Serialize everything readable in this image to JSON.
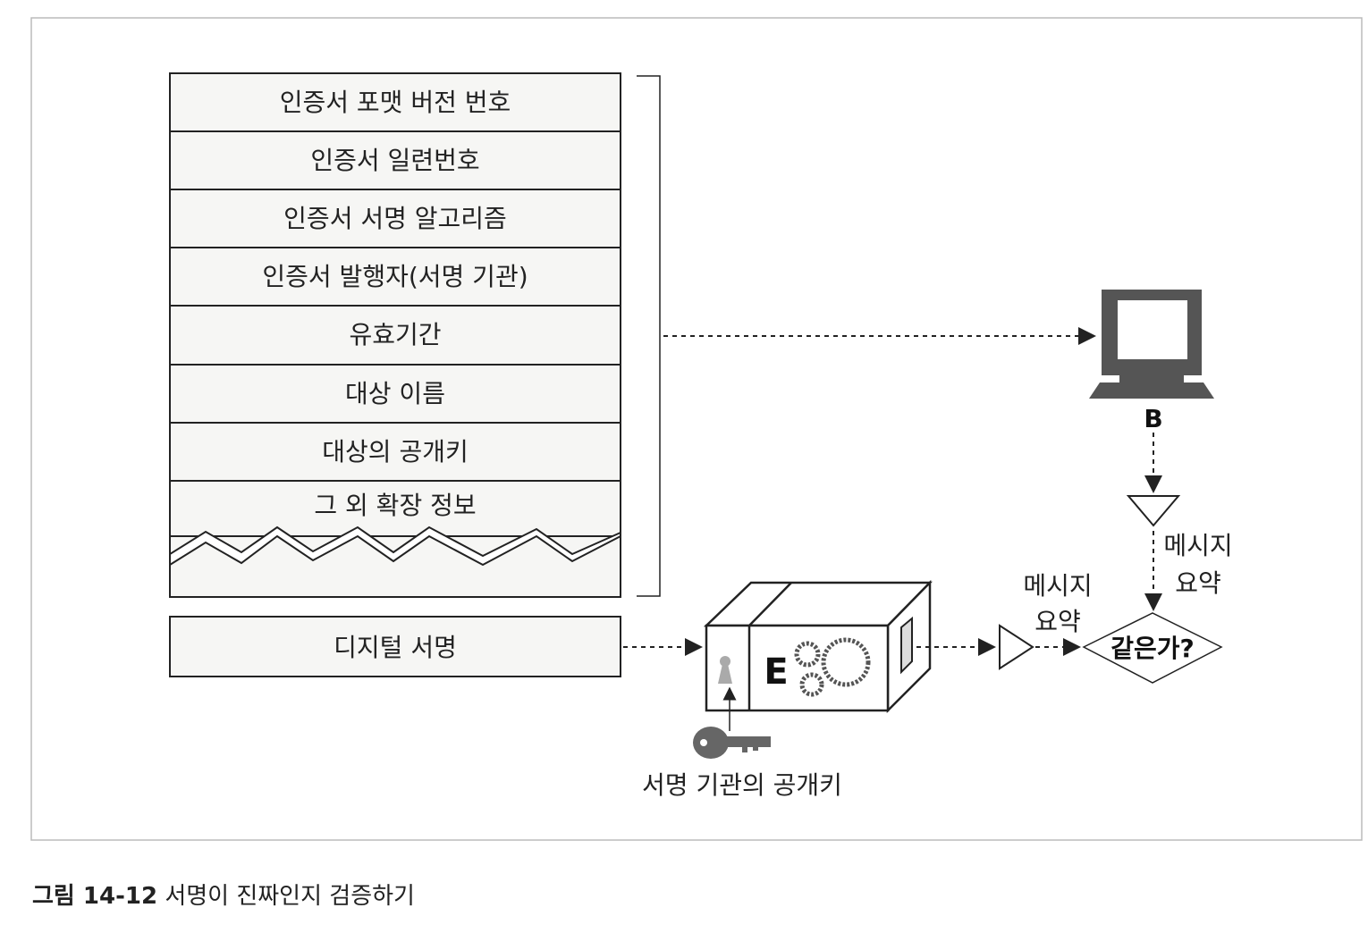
{
  "certificate_fields": [
    "인증서 포맷 버전 번호",
    "인증서 일련번호",
    "인증서 서명 알고리즘",
    "인증서 발행자(서명 기관)",
    "유효기간",
    "대상 이름",
    "대상의 공개키",
    "그 외 확장 정보"
  ],
  "digital_signature": "디지털 서명",
  "computer_label": "B",
  "digest_top": {
    "line1": "메시지",
    "line2": "요약"
  },
  "digest_left": {
    "line1": "메시지",
    "line2": "요약"
  },
  "compare_label": "같은가?",
  "machine_letter": "E",
  "key_label": "서명 기관의 공개키",
  "caption": {
    "number": "그림 14-12",
    "text": "서명이 진짜인지 검증하기"
  },
  "colors": {
    "line": "#222222",
    "fill": "#f6f6f4",
    "monitor": "#555555"
  }
}
